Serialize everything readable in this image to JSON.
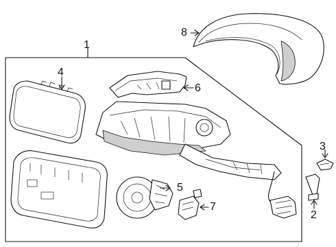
{
  "diagram": {
    "callouts": [
      {
        "id": "c1",
        "text": "1"
      },
      {
        "id": "c2",
        "text": "2"
      },
      {
        "id": "c3",
        "text": "3"
      },
      {
        "id": "c4",
        "text": "4"
      },
      {
        "id": "c5",
        "text": "5"
      },
      {
        "id": "c6",
        "text": "6"
      },
      {
        "id": "c7",
        "text": "7"
      },
      {
        "id": "c8",
        "text": "8"
      }
    ]
  },
  "colors": {
    "line": "#111111",
    "background": "#ffffff",
    "shade": "#cfcfcf"
  }
}
